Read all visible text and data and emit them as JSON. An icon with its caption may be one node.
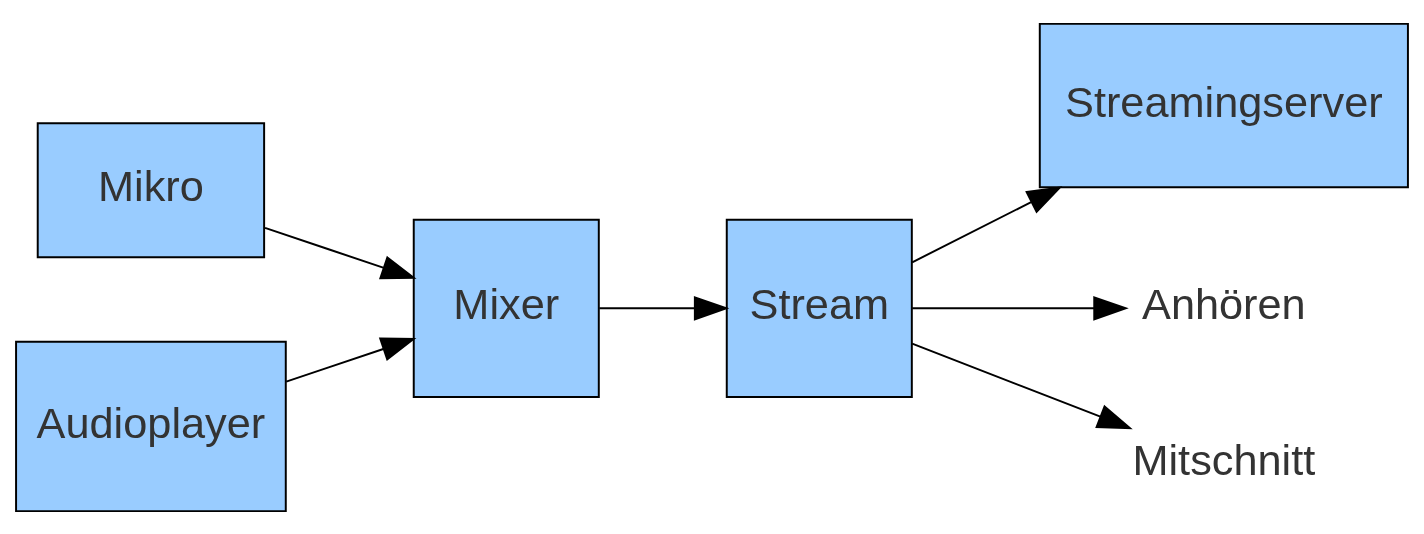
{
  "diagram": {
    "nodes": [
      {
        "text": [
          "Mikro"
        ]
      },
      {
        "text": [
          "Audioplayer"
        ]
      },
      {
        "text": [
          "Mixer"
        ]
      },
      {
        "text": [
          "Stream"
        ]
      },
      {
        "text": [
          "Streamingserver"
        ]
      },
      {
        "text": [
          "Anhören"
        ]
      },
      {
        "text": [
          "Mitschnitt"
        ]
      }
    ],
    "edges": [
      {
        "from": 0,
        "to": 2,
        "arrow": "to"
      },
      {
        "from": 1,
        "to": 2,
        "arrow": "to"
      },
      {
        "from": 2,
        "to": 3,
        "arrow": "to"
      },
      {
        "from": 3,
        "to": 4,
        "arrow": "to"
      },
      {
        "from": 3,
        "to": 5,
        "arrow": "to"
      },
      {
        "from": 3,
        "to": 6,
        "arrow": "to"
      }
    ]
  }
}
